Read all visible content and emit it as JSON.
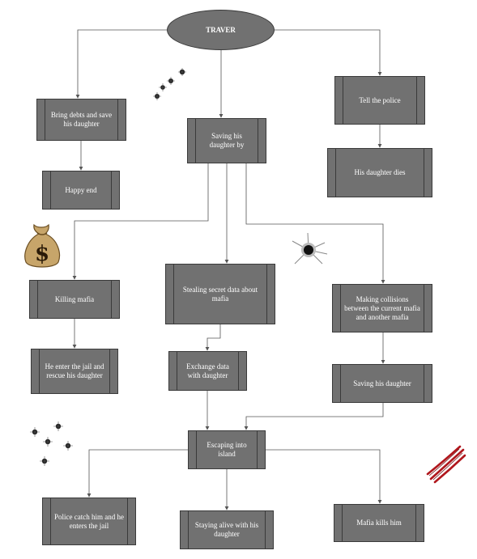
{
  "nodes": {
    "root": "TRAVER",
    "bring_debts": "Bring debts and save his daughter",
    "saving_by": "Saving his daughter by",
    "tell_police": "Tell the police",
    "happy_end": "Happy end",
    "daughter_dies": "His daughter dies",
    "killing_mafia": "Killing mafia",
    "stealing_data": "Stealing secret data about mafia",
    "making_collisions": "Making collisions between the current mafia and another mafia",
    "enter_jail": "He enter the jail and rescue his daughter",
    "exchange_data": "Exchange data with daughter",
    "saving_daughter": "Saving his daughter",
    "escaping_island": "Escaping into island",
    "police_catch": "Police catch him and he enters the jail",
    "staying_alive": "Staying alive with his daughter",
    "mafia_kills": "Mafia kills him"
  },
  "decorations": [
    "bullet-holes-icon",
    "money-bag-icon",
    "bullet-hole-icon",
    "bullet-holes-icon",
    "claw-scratch-icon"
  ],
  "colors": {
    "node_fill": "#717171",
    "node_border": "#3a3a3a",
    "node_text": "#ffffff",
    "edge": "#555555"
  }
}
